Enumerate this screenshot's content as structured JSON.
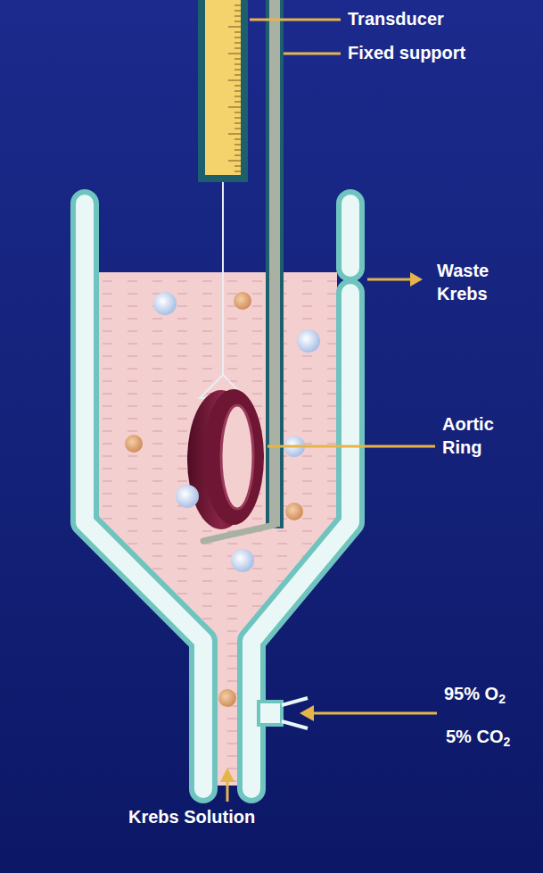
{
  "diagram": {
    "labels": [
      "Transducer",
      "Fixed support",
      "Waste Krebs",
      "Aortic Ring",
      "95% O2",
      "5% CO2",
      "Krebs Solution"
    ]
  }
}
